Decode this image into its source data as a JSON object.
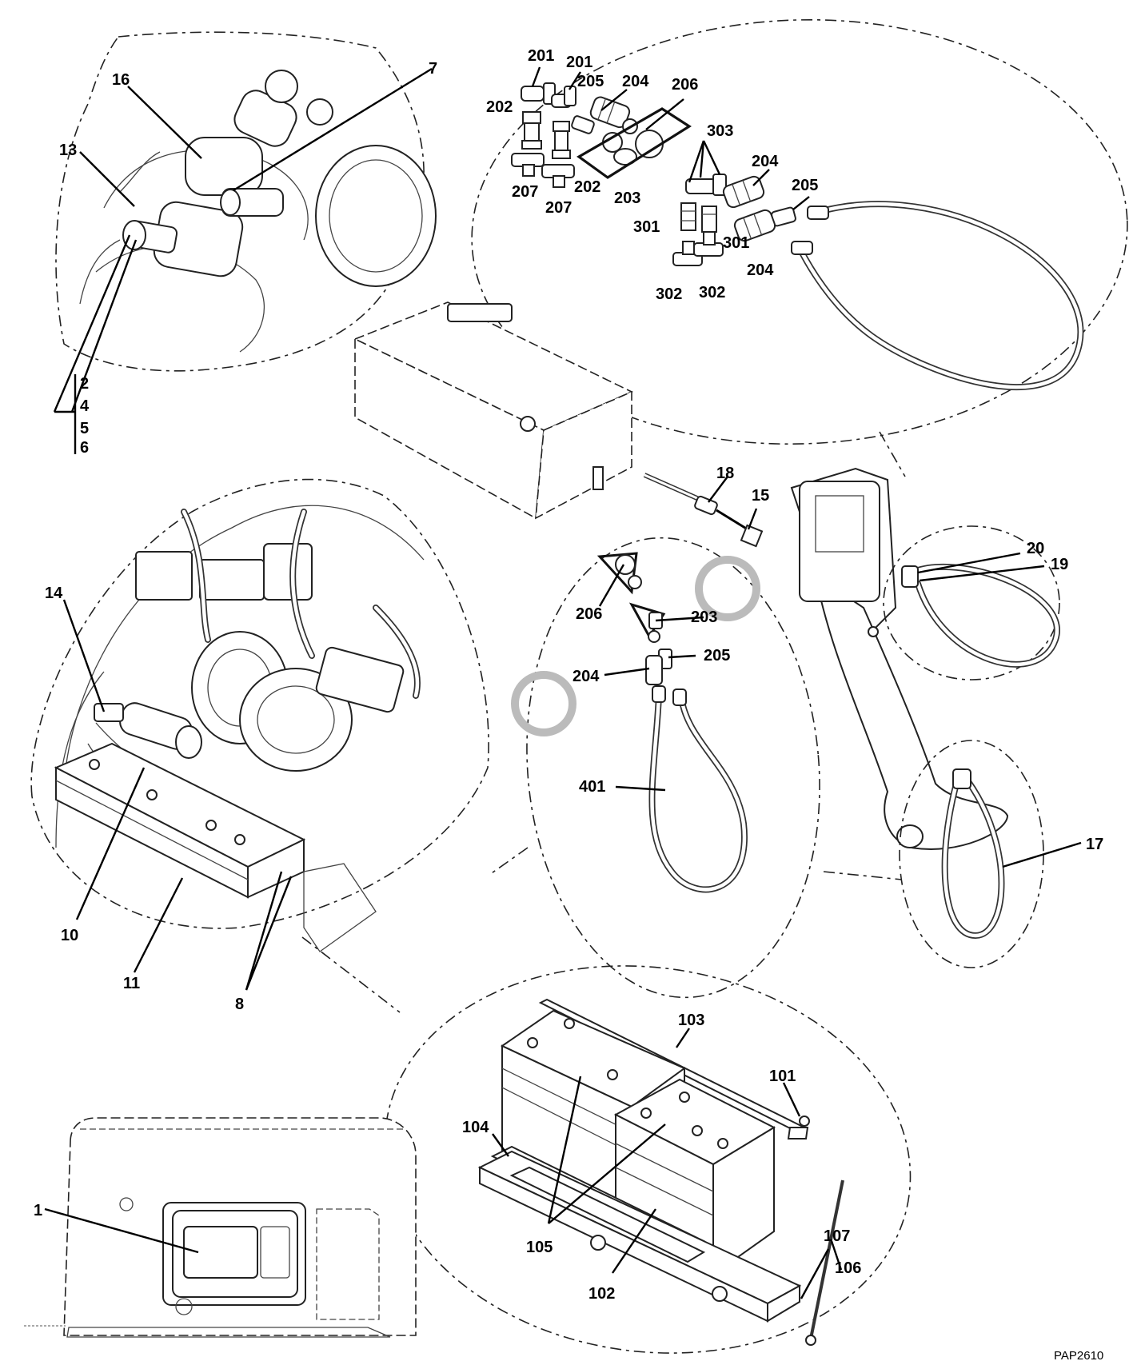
{
  "drawing_ref": "PAP2610",
  "callouts": {
    "c1": "1",
    "c2": "2",
    "c4": "4",
    "c5": "5",
    "c6": "6",
    "c7": "7",
    "c8": "8",
    "c10": "10",
    "c11": "11",
    "c13": "13",
    "c14": "14",
    "c15": "15",
    "c16": "16",
    "c17": "17",
    "c18": "18",
    "c19": "19",
    "c20": "20",
    "c101": "101",
    "c102": "102",
    "c103": "103",
    "c104": "104",
    "c105": "105",
    "c106": "106",
    "c107": "107",
    "c201a": "201",
    "c201b": "201",
    "c202a": "202",
    "c202b": "202",
    "c203a": "203",
    "c203b": "203",
    "c204a": "204",
    "c204b": "204",
    "c204c": "204",
    "c204d": "204",
    "c205a": "205",
    "c205b": "205",
    "c205c": "205",
    "c206a": "206",
    "c206b": "206",
    "c207a": "207",
    "c207b": "207",
    "c301a": "301",
    "c301b": "301",
    "c302a": "302",
    "c302b": "302",
    "c303": "303",
    "c401": "401"
  }
}
